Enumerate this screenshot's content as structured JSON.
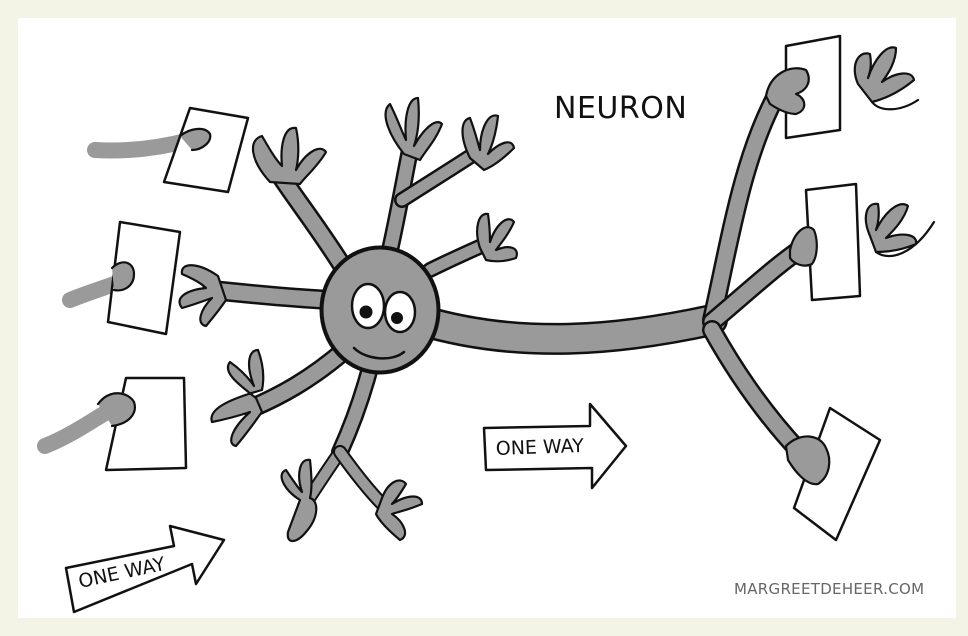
{
  "title": "NEURON",
  "arrows": [
    {
      "label": "ONE WAY"
    },
    {
      "label": "ONE WAY"
    }
  ],
  "credit": "MARGREETDEHEER.COM",
  "colors": {
    "body_fill": "#9a9a9a",
    "outline": "#111111",
    "paper": "#ffffff",
    "background": "#f3f4e6"
  }
}
